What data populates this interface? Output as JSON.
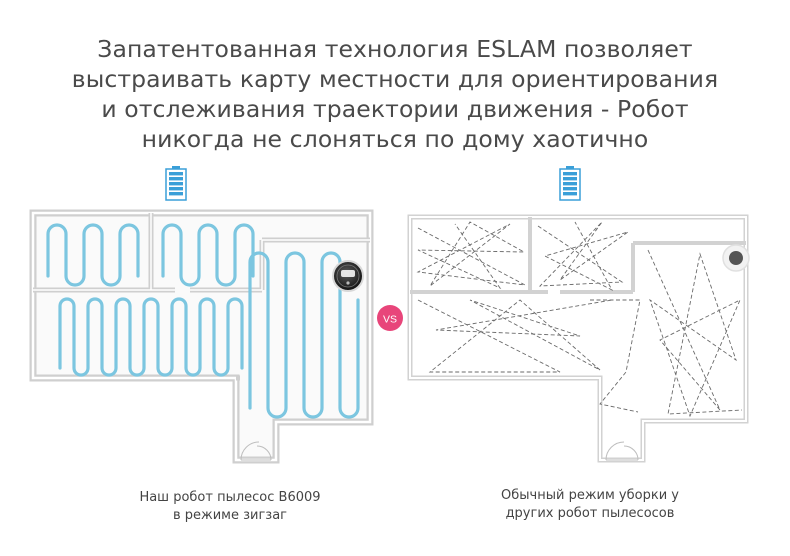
{
  "headline": {
    "lines": [
      "Запатентованная технология ESLAM позволяет",
      "выстраивать карту местности для ориентирования",
      "и отслеживания траектории движения - Робот",
      "никогда не слоняться по дому хаотично"
    ]
  },
  "comparison": {
    "divider_label": "VS",
    "left_caption": [
      "Наш робот пылесос B6009",
      "в режиме зигзаг"
    ],
    "right_caption": [
      "Обычный режим уборки у",
      "других робот пылесосов"
    ]
  },
  "icons": {
    "battery": "battery-full-icon",
    "robot": "robot-vacuum-icon",
    "door": "door-icon"
  },
  "colors": {
    "path_blue": "#7cc6e0",
    "battery_blue": "#3a9fd8",
    "vs_pink": "#e8457a",
    "wall_gray": "#c8c8c8",
    "text_gray": "#4a4a4a"
  }
}
